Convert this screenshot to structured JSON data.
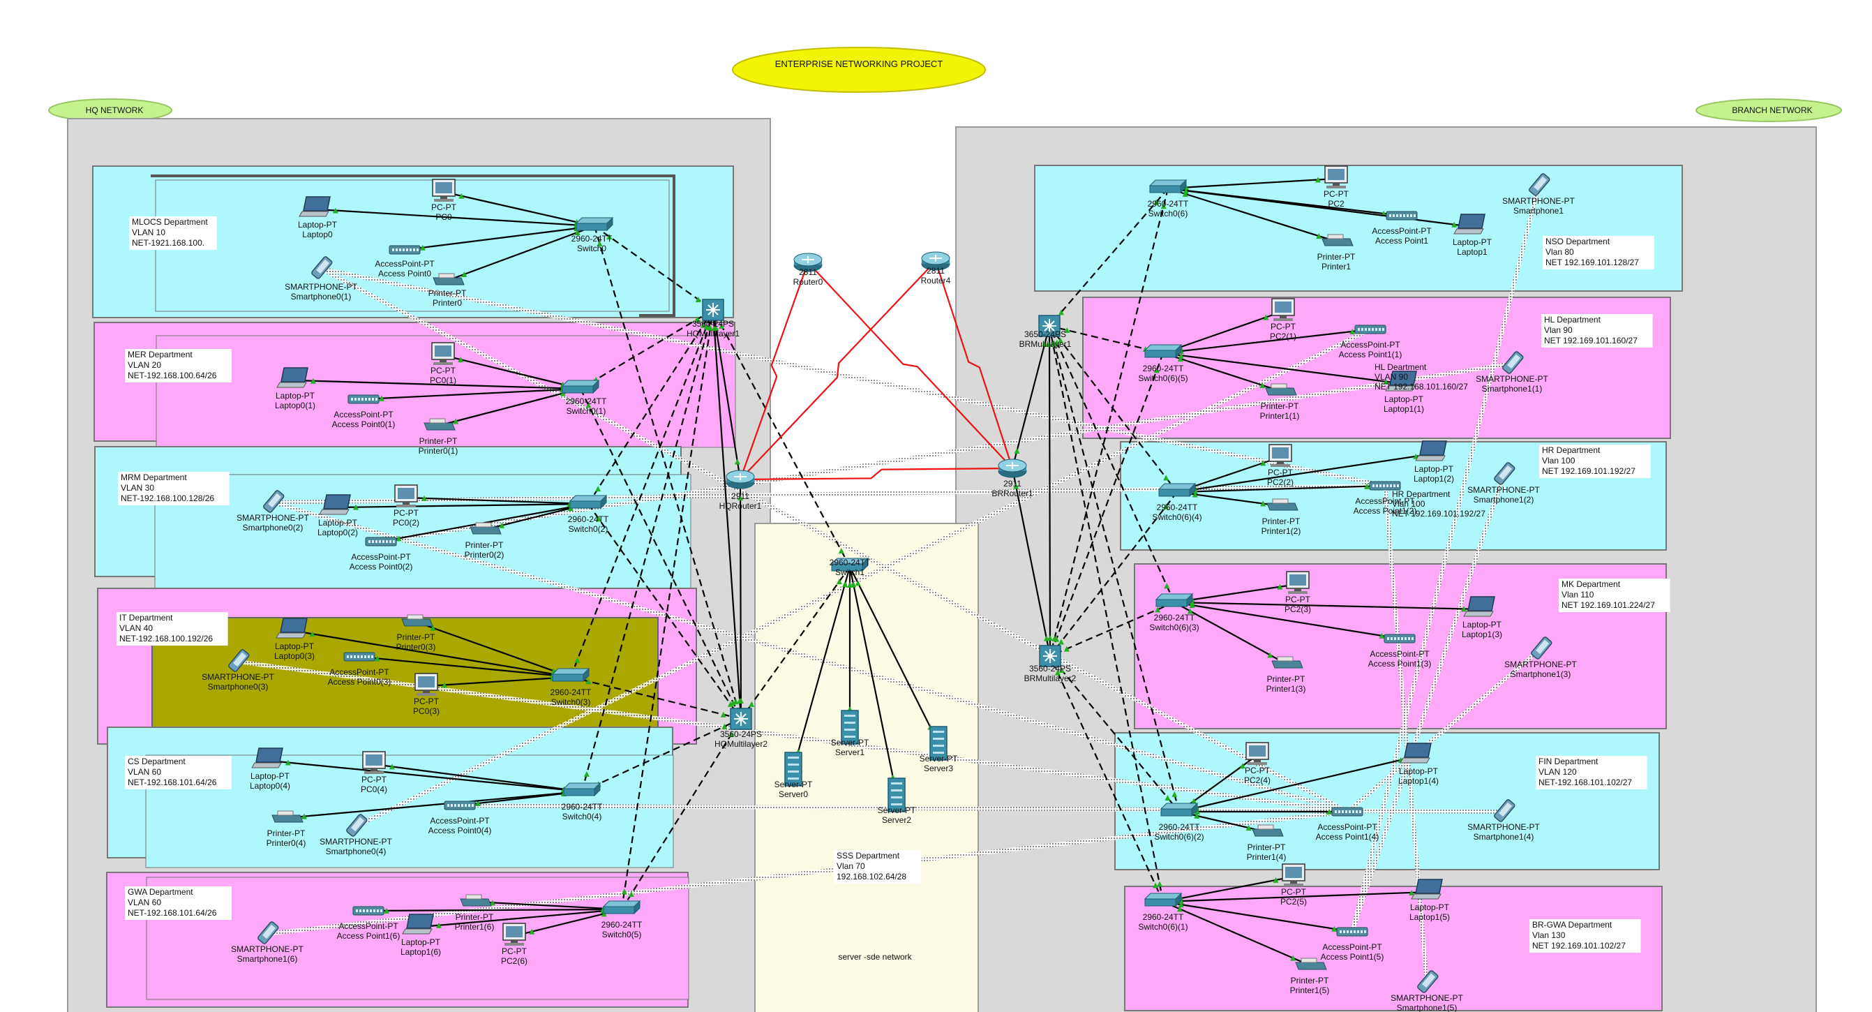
{
  "title": "ENTERPRISE NETWORKING PROJECT",
  "hq_tag": "HQ NETWORK",
  "branch_tag": "BRANCH NETWORK",
  "server_note": "server -sde network",
  "colors": {
    "cyan": "#aef7fb",
    "pink": "#fda8f8",
    "olive": "#a9a700",
    "site_gray": "#d9d9d9",
    "server_bg": "#fdfae6",
    "title_yellow": "#f3f305",
    "tag_green": "#c6f18f",
    "wan_red": "#ee1111",
    "device_blue": "#3b8fa8"
  },
  "departments": [
    {
      "name": "MLOCS Department",
      "vlan": "VLAN 10",
      "net": "NET-1921.168.100."
    },
    {
      "name": "MER Department",
      "vlan": "VLAN 20",
      "net": "NET-192.168.100.64/26"
    },
    {
      "name": "MRM Department",
      "vlan": "VLAN 30",
      "net": "NET-192.168.100.128/26"
    },
    {
      "name": "IT Department",
      "vlan": "VLAN 40",
      "net": "NET-192.168.100.192/26"
    },
    {
      "name": "CS Department",
      "vlan": "VLAN 60",
      "net": "NET-192.168.101.64/26"
    },
    {
      "name": "GWA Department",
      "vlan": "VLAN 60",
      "net": "NET-192.168.101.64/26"
    },
    {
      "name": "NSO Department",
      "vlan": "Vlan 80",
      "net": "NET 192.169.101.128/27"
    },
    {
      "name": "HL Department",
      "vlan": "Vlan 90",
      "net": "NET 192.169.101.160/27"
    },
    {
      "name": "HR Department",
      "vlan": "Vlan 100",
      "net": "NET 192.169.101.192/27"
    },
    {
      "name": "MK Department",
      "vlan": "Vlan 110",
      "net": "NET 192.169.101.224/27"
    },
    {
      "name": "FIN Department",
      "vlan": "VLAN 120",
      "net": "NET-192.168.101.102/27"
    },
    {
      "name": "BR-GWA Department",
      "vlan": "Vlan 130",
      "net": "NET 192.169.101.102/27"
    },
    {
      "name": "SSS Department",
      "vlan": "Vlan 70",
      "net": "192.168.102.64/28"
    }
  ],
  "overlap_labels": [
    {
      "lines": [
        "HL Deartment",
        "VLAN 90",
        "NET 192.168.101.160/27"
      ]
    },
    {
      "lines": [
        "HR Department",
        "Vlan 100",
        "NET 192.169.101.192/27"
      ]
    }
  ],
  "devices": [
    {
      "id": "laptop0",
      "type": "laptop",
      "label": "Laptop-PT\nLaptop0"
    },
    {
      "id": "pc0",
      "type": "pc",
      "label": "PC-PT\nPC0"
    },
    {
      "id": "ap0",
      "type": "ap",
      "label": "AccessPoint-PT\nAccess Point0"
    },
    {
      "id": "printer0",
      "type": "printer",
      "label": "Printer-PT\nPrinter0"
    },
    {
      "id": "phone0_1",
      "type": "phone",
      "label": "SMARTPHONE-PT\nSmartphone0(1)"
    },
    {
      "id": "sw0",
      "type": "switch",
      "label": "2960-24TT\nSwitch0"
    },
    {
      "id": "hqml1",
      "type": "mlswitch",
      "label": "3560-24PS\nHQMultilayer1"
    },
    {
      "id": "laptop0_1",
      "type": "laptop",
      "label": "Laptop-PT\nLaptop0(1)"
    },
    {
      "id": "pc0_1",
      "type": "pc",
      "label": "PC-PT\nPC0(1)"
    },
    {
      "id": "ap0_1",
      "type": "ap",
      "label": "AccessPoint-PT\nAccess Point0(1)"
    },
    {
      "id": "printer0_1",
      "type": "printer",
      "label": "Printer-PT\nPrinter0(1)"
    },
    {
      "id": "sw0_1",
      "type": "switch",
      "label": "2960-24TT\nSwitch0(1)"
    },
    {
      "id": "phone0_2",
      "type": "phone",
      "label": "SMARTPHONE-PT\nSmartphone0(2)"
    },
    {
      "id": "laptop0_2",
      "type": "laptop",
      "label": "Laptop-PT\nLaptop0(2)"
    },
    {
      "id": "pc0_2",
      "type": "pc",
      "label": "PC-PT\nPC0(2)"
    },
    {
      "id": "ap0_2",
      "type": "ap",
      "label": "AccessPoint-PT\nAccess Point0(2)"
    },
    {
      "id": "printer0_2",
      "type": "printer",
      "label": "Printer-PT\nPrinter0(2)"
    },
    {
      "id": "sw0_2",
      "type": "switch",
      "label": "2960-24TT\nSwitch0(2)"
    },
    {
      "id": "phone0_3",
      "type": "phone",
      "label": "SMARTPHONE-PT\nSmartphone0(3)"
    },
    {
      "id": "laptop0_3",
      "type": "laptop",
      "label": "Laptop-PT\nLaptop0(3)"
    },
    {
      "id": "ap0_3",
      "type": "ap",
      "label": "AccessPoint-PT\nAccess Point0(3)"
    },
    {
      "id": "printer0_3",
      "type": "printer",
      "label": "Printer-PT\nPrinter0(3)"
    },
    {
      "id": "pc0_3",
      "type": "pc",
      "label": "PC-PT\nPC0(3)"
    },
    {
      "id": "sw0_3",
      "type": "switch",
      "label": "2960-24TT\nSwitch0(3)"
    },
    {
      "id": "laptop0_4",
      "type": "laptop",
      "label": "Laptop-PT\nLaptop0(4)"
    },
    {
      "id": "pc0_4",
      "type": "pc",
      "label": "PC-PT\nPC0(4)"
    },
    {
      "id": "printer0_4",
      "type": "printer",
      "label": "Printer-PT\nPrinter0(4)"
    },
    {
      "id": "phone0_4",
      "type": "phone",
      "label": "SMARTPHONE-PT\nSmartphone0(4)"
    },
    {
      "id": "ap0_4",
      "type": "ap",
      "label": "AccessPoint-PT\nAccess Point0(4)"
    },
    {
      "id": "sw0_4",
      "type": "switch",
      "label": "2960-24TT\nSwitch0(4)"
    },
    {
      "id": "phone1_6",
      "type": "phone",
      "label": "SMARTPHONE-PT\nSmartphone1(6)"
    },
    {
      "id": "ap1_6",
      "type": "ap",
      "label": "AccessPoint-PT\nAccess Point1(6)"
    },
    {
      "id": "laptop1_6",
      "type": "laptop",
      "label": "Laptop-PT\nLaptop1(6)"
    },
    {
      "id": "printer1_6",
      "type": "printer",
      "label": "Printer-PT\nPrinter1(6)"
    },
    {
      "id": "pc2_6",
      "type": "pc",
      "label": "PC-PT\nPC2(6)"
    },
    {
      "id": "sw0_5",
      "type": "switch",
      "label": "2960-24TT\nSwitch0(5)"
    },
    {
      "id": "hqml2",
      "type": "mlswitch",
      "label": "3560-24PS\nHQMultilayer2"
    },
    {
      "id": "hqr1",
      "type": "router",
      "label": "2911\nHQRouter1"
    },
    {
      "id": "r0",
      "type": "router",
      "label": "2811\nRouter0"
    },
    {
      "id": "r4",
      "type": "router",
      "label": "2811\nRouter4"
    },
    {
      "id": "brr1",
      "type": "router",
      "label": "2911\nBRRouter1"
    },
    {
      "id": "srvsw",
      "type": "switch",
      "label": "2960-24TT\nSwitch1"
    },
    {
      "id": "server0",
      "type": "server",
      "label": "Server-PT\nServer0"
    },
    {
      "id": "server1",
      "type": "server",
      "label": "Server-PT\nServer1"
    },
    {
      "id": "server2",
      "type": "server",
      "label": "Server-PT\nServer2"
    },
    {
      "id": "server3",
      "type": "server",
      "label": "Server-PT\nServer3"
    },
    {
      "id": "brml1",
      "type": "mlswitch",
      "label": "3650-24PS\nBRMultilayer1"
    },
    {
      "id": "brml2",
      "type": "mlswitch",
      "label": "3560-24PS\nBRMultilayer2"
    },
    {
      "id": "sw0_6",
      "type": "switch",
      "label": "2960-24TT\nSwitch0(6)"
    },
    {
      "id": "pc2",
      "type": "pc",
      "label": "PC-PT\nPC2"
    },
    {
      "id": "ap1",
      "type": "ap",
      "label": "AccessPoint-PT\nAccess Point1"
    },
    {
      "id": "printer1",
      "type": "printer",
      "label": "Printer-PT\nPrinter1"
    },
    {
      "id": "laptop1",
      "type": "laptop",
      "label": "Laptop-PT\nLaptop1"
    },
    {
      "id": "phone1",
      "type": "phone",
      "label": "SMARTPHONE-PT\nSmartphone1"
    },
    {
      "id": "sw0_6_5",
      "type": "switch",
      "label": "2960-24TT\nSwitch0(6)(5)"
    },
    {
      "id": "pc2_1",
      "type": "pc",
      "label": "PC-PT\nPC2(1)"
    },
    {
      "id": "ap1_1",
      "type": "ap",
      "label": "AccessPoint-PT\nAccess Point1(1)"
    },
    {
      "id": "printer1_1",
      "type": "printer",
      "label": "Printer-PT\nPrinter1(1)"
    },
    {
      "id": "laptop1_1",
      "type": "laptop",
      "label": "Laptop-PT\nLaptop1(1)"
    },
    {
      "id": "phone1_1",
      "type": "phone",
      "label": "SMARTPHONE-PT\nSmartphone1(1)"
    },
    {
      "id": "sw0_6_4",
      "type": "switch",
      "label": "2960-24TT\nSwitch0(6)(4)"
    },
    {
      "id": "pc2_2",
      "type": "pc",
      "label": "PC-PT\nPC2(2)"
    },
    {
      "id": "ap1_2",
      "type": "ap",
      "label": "AccessPoint-PT\nAccess Point1(2)"
    },
    {
      "id": "printer1_2",
      "type": "printer",
      "label": "Printer-PT\nPrinter1(2)"
    },
    {
      "id": "laptop1_2",
      "type": "laptop",
      "label": "Laptop-PT\nLaptop1(2)"
    },
    {
      "id": "phone1_2",
      "type": "phone",
      "label": "SMARTPHONE-PT\nSmartphone1(2)"
    },
    {
      "id": "sw0_6_3",
      "type": "switch",
      "label": "2960-24TT\nSwitch0(6)(3)"
    },
    {
      "id": "pc2_3",
      "type": "pc",
      "label": "PC-PT\nPC2(3)"
    },
    {
      "id": "ap1_3",
      "type": "ap",
      "label": "AccessPoint-PT\nAccess Point1(3)"
    },
    {
      "id": "printer1_3",
      "type": "printer",
      "label": "Printer-PT\nPrinter1(3)"
    },
    {
      "id": "laptop1_3",
      "type": "laptop",
      "label": "Laptop-PT\nLaptop1(3)"
    },
    {
      "id": "phone1_3",
      "type": "phone",
      "label": "SMARTPHONE-PT\nSmartphone1(3)"
    },
    {
      "id": "sw0_6_2",
      "type": "switch",
      "label": "2960-24TT\nSwitch0(6)(2)"
    },
    {
      "id": "pc2_4",
      "type": "pc",
      "label": "PC-PT\nPC2(4)"
    },
    {
      "id": "ap1_4",
      "type": "ap",
      "label": "AccessPoint-PT\nAccess Point1(4)"
    },
    {
      "id": "printer1_4",
      "type": "printer",
      "label": "Printer-PT\nPrinter1(4)"
    },
    {
      "id": "laptop1_4",
      "type": "laptop",
      "label": "Laptop-PT\nLaptop1(4)"
    },
    {
      "id": "phone1_4",
      "type": "phone",
      "label": "SMARTPHONE-PT\nSmartphone1(4)"
    },
    {
      "id": "sw0_6_1",
      "type": "switch",
      "label": "2960-24TT\nSwitch0(6)(1)"
    },
    {
      "id": "pc2_5",
      "type": "pc",
      "label": "PC-PT\nPC2(5)"
    },
    {
      "id": "ap1_5",
      "type": "ap",
      "label": "AccessPoint-PT\nAccess Point1(5)"
    },
    {
      "id": "printer1_5",
      "type": "printer",
      "label": "Printer-PT\nPrinter1(5)"
    },
    {
      "id": "laptop1_5",
      "type": "laptop",
      "label": "Laptop-PT\nLaptop1(5)"
    },
    {
      "id": "phone1_5",
      "type": "phone",
      "label": "SMARTPHONE-PT\nSmartphone1(5)"
    }
  ],
  "links": [
    [
      "sw0",
      "laptop0",
      "solid"
    ],
    [
      "sw0",
      "pc0",
      "solid"
    ],
    [
      "sw0",
      "ap0",
      "solid"
    ],
    [
      "sw0",
      "printer0",
      "solid"
    ],
    [
      "sw0_1",
      "laptop0_1",
      "solid"
    ],
    [
      "sw0_1",
      "pc0_1",
      "solid"
    ],
    [
      "sw0_1",
      "ap0_1",
      "solid"
    ],
    [
      "sw0_1",
      "printer0_1",
      "solid"
    ],
    [
      "sw0_2",
      "laptop0_2",
      "solid"
    ],
    [
      "sw0_2",
      "pc0_2",
      "solid"
    ],
    [
      "sw0_2",
      "ap0_2",
      "solid"
    ],
    [
      "sw0_2",
      "printer0_2",
      "solid"
    ],
    [
      "sw0_3",
      "laptop0_3",
      "solid"
    ],
    [
      "sw0_3",
      "pc0_3",
      "solid"
    ],
    [
      "sw0_3",
      "ap0_3",
      "solid"
    ],
    [
      "sw0_3",
      "printer0_3",
      "solid"
    ],
    [
      "sw0_4",
      "laptop0_4",
      "solid"
    ],
    [
      "sw0_4",
      "pc0_4",
      "solid"
    ],
    [
      "sw0_4",
      "ap0_4",
      "solid"
    ],
    [
      "sw0_4",
      "printer0_4",
      "solid"
    ],
    [
      "sw0_5",
      "laptop1_6",
      "solid"
    ],
    [
      "sw0_5",
      "pc2_6",
      "solid"
    ],
    [
      "sw0_5",
      "ap1_6",
      "solid"
    ],
    [
      "sw0_5",
      "printer1_6",
      "solid"
    ],
    [
      "sw0",
      "hqml1",
      "dashed"
    ],
    [
      "sw0",
      "hqml2",
      "dashed"
    ],
    [
      "sw0_1",
      "hqml1",
      "dashed"
    ],
    [
      "sw0_1",
      "hqml2",
      "dashed"
    ],
    [
      "sw0_2",
      "hqml1",
      "dashed"
    ],
    [
      "sw0_2",
      "hqml2",
      "dashed"
    ],
    [
      "sw0_3",
      "hqml1",
      "dashed"
    ],
    [
      "sw0_3",
      "hqml2",
      "dashed"
    ],
    [
      "sw0_4",
      "hqml1",
      "dashed"
    ],
    [
      "sw0_4",
      "hqml2",
      "dashed"
    ],
    [
      "sw0_5",
      "hqml1",
      "dashed"
    ],
    [
      "sw0_5",
      "hqml2",
      "dashed"
    ],
    [
      "hqml1",
      "hqr1",
      "solid"
    ],
    [
      "hqml2",
      "hqr1",
      "solid"
    ],
    [
      "hqml1",
      "hqml2",
      "solid"
    ],
    [
      "hqr1",
      "r0",
      "wan"
    ],
    [
      "hqr1",
      "r4",
      "wan"
    ],
    [
      "brr1",
      "r0",
      "wan"
    ],
    [
      "brr1",
      "r4",
      "wan"
    ],
    [
      "hqr1",
      "brr1",
      "wan"
    ],
    [
      "brr1",
      "brml1",
      "solid"
    ],
    [
      "brr1",
      "brml2",
      "solid"
    ],
    [
      "brml1",
      "brml2",
      "solid"
    ],
    [
      "srvsw",
      "server0",
      "solid"
    ],
    [
      "srvsw",
      "server1",
      "solid"
    ],
    [
      "srvsw",
      "server2",
      "solid"
    ],
    [
      "srvsw",
      "server3",
      "solid"
    ],
    [
      "srvsw",
      "hqml2",
      "dashed"
    ],
    [
      "srvsw",
      "hqml1",
      "dashed"
    ],
    [
      "sw0_6",
      "pc2",
      "solid"
    ],
    [
      "sw0_6",
      "ap1",
      "solid"
    ],
    [
      "sw0_6",
      "printer1",
      "solid"
    ],
    [
      "sw0_6",
      "laptop1",
      "solid"
    ],
    [
      "sw0_6_5",
      "pc2_1",
      "solid"
    ],
    [
      "sw0_6_5",
      "ap1_1",
      "solid"
    ],
    [
      "sw0_6_5",
      "printer1_1",
      "solid"
    ],
    [
      "sw0_6_5",
      "laptop1_1",
      "solid"
    ],
    [
      "sw0_6_4",
      "pc2_2",
      "solid"
    ],
    [
      "sw0_6_4",
      "ap1_2",
      "solid"
    ],
    [
      "sw0_6_4",
      "printer1_2",
      "solid"
    ],
    [
      "sw0_6_4",
      "laptop1_2",
      "solid"
    ],
    [
      "sw0_6_3",
      "pc2_3",
      "solid"
    ],
    [
      "sw0_6_3",
      "ap1_3",
      "solid"
    ],
    [
      "sw0_6_3",
      "printer1_3",
      "solid"
    ],
    [
      "sw0_6_3",
      "laptop1_3",
      "solid"
    ],
    [
      "sw0_6_2",
      "pc2_4",
      "solid"
    ],
    [
      "sw0_6_2",
      "ap1_4",
      "solid"
    ],
    [
      "sw0_6_2",
      "printer1_4",
      "solid"
    ],
    [
      "sw0_6_2",
      "laptop1_4",
      "solid"
    ],
    [
      "sw0_6_1",
      "pc2_5",
      "solid"
    ],
    [
      "sw0_6_1",
      "ap1_5",
      "solid"
    ],
    [
      "sw0_6_1",
      "printer1_5",
      "solid"
    ],
    [
      "sw0_6_1",
      "laptop1_5",
      "solid"
    ],
    [
      "sw0_6",
      "brml1",
      "dashed"
    ],
    [
      "sw0_6",
      "brml2",
      "dashed"
    ],
    [
      "sw0_6_5",
      "brml1",
      "dashed"
    ],
    [
      "sw0_6_5",
      "brml2",
      "dashed"
    ],
    [
      "sw0_6_4",
      "brml1",
      "dashed"
    ],
    [
      "sw0_6_4",
      "brml2",
      "dashed"
    ],
    [
      "sw0_6_3",
      "brml1",
      "dashed"
    ],
    [
      "sw0_6_3",
      "brml2",
      "dashed"
    ],
    [
      "sw0_6_2",
      "brml1",
      "dashed"
    ],
    [
      "sw0_6_2",
      "brml2",
      "dashed"
    ],
    [
      "sw0_6_1",
      "brml1",
      "dashed"
    ],
    [
      "sw0_6_1",
      "brml2",
      "dashed"
    ],
    [
      "phone0_1",
      "ap1_4",
      "wireless"
    ],
    [
      "phone0_2",
      "ap1_2",
      "wireless"
    ],
    [
      "phone0_3",
      "ap1_4",
      "wireless"
    ],
    [
      "phone0_4",
      "ap1_1",
      "wireless"
    ],
    [
      "phone1_6",
      "ap1_4",
      "wireless"
    ],
    [
      "phone1",
      "ap1_5",
      "wireless"
    ],
    [
      "phone1_1",
      "ap0_2",
      "wireless"
    ],
    [
      "phone1_2",
      "ap1_5",
      "wireless"
    ],
    [
      "phone1_3",
      "ap1_4",
      "wireless"
    ],
    [
      "phone1_4",
      "ap0_4",
      "wireless"
    ],
    [
      "phone1_5",
      "ap1_2",
      "wireless"
    ],
    [
      "phone0_2",
      "ap1_4",
      "wireless"
    ],
    [
      "phone0_1",
      "ap1_2",
      "wireless"
    ]
  ]
}
